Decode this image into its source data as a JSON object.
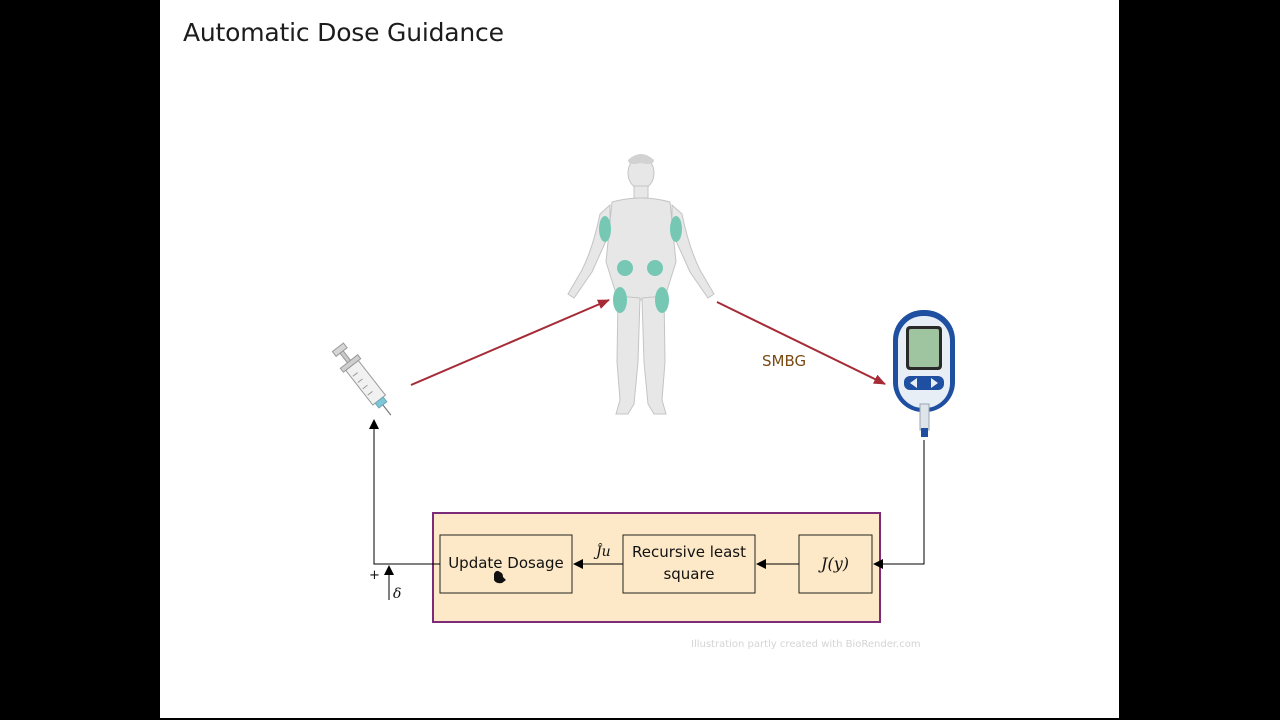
{
  "slide": {
    "title": "Automatic Dose Guidance",
    "credit": "Illustration partly created with BioRender.com"
  },
  "diagram": {
    "edge_label_smbg": "SMBG",
    "blocks": {
      "update_dosage": "Update Dosage",
      "rls_line1": "Recursive least",
      "rls_line2": "square",
      "cost": "J(y)"
    },
    "signal_ju": "Ĵu",
    "sum_plus": "+",
    "delta": "δ"
  },
  "colors": {
    "arrow_red": "#a62b36",
    "smbg_text": "#7a4a12",
    "controller_fill": "#fde9c7",
    "controller_border": "#7d2a79",
    "body_gray": "#e7e7e7",
    "injection_site": "#76c8b4",
    "meter_blue": "#1f4fa0"
  },
  "icons": [
    "syringe-icon",
    "human-body-icon",
    "glucose-meter-icon"
  ]
}
